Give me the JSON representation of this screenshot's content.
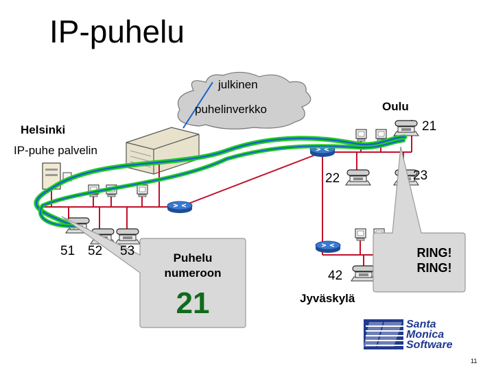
{
  "title": "IP-puhelu",
  "cloud": {
    "line1": "julkinen",
    "line2": "puhelinverkko"
  },
  "sites": {
    "helsinki": "Helsinki",
    "server": "IP-puhe palvelin",
    "oulu": "Oulu",
    "jyvaskyla": "Jyväskylä"
  },
  "extensions": [
    "51",
    "52",
    "53",
    "21",
    "22",
    "23",
    "42"
  ],
  "callouts": {
    "dial_line1": "Puhelu",
    "dial_line2": "numeroon",
    "dial_number": "21",
    "ring_line1": "RING!",
    "ring_line2": "RING!"
  },
  "logo": {
    "line1": "Santa",
    "line2": "Monica",
    "line3": "Software"
  },
  "page_number": "11",
  "colors": {
    "lan": "#c0102a",
    "path_green": "#22cc22",
    "path_blue": "#1565c8",
    "callout_fill": "#d9d9d9",
    "router": "#2a63b7",
    "logo": "#1f3a8f"
  }
}
